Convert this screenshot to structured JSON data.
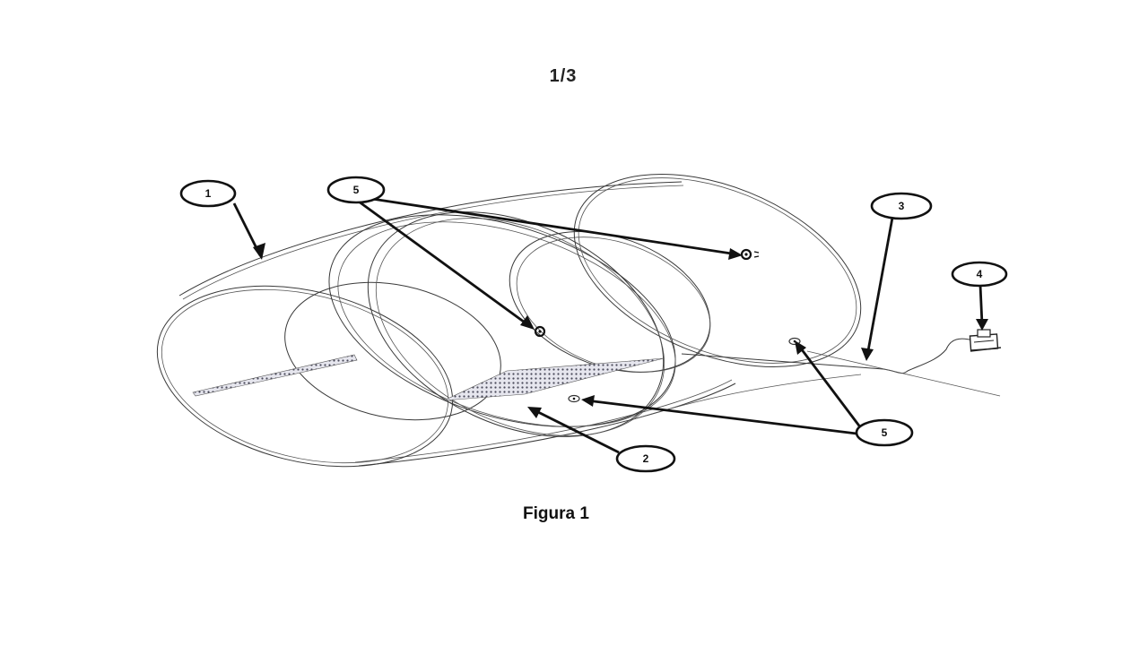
{
  "header": {
    "page_number": "1/3"
  },
  "figure": {
    "caption": "Figura 1",
    "callouts": [
      {
        "id": "1",
        "label": "1"
      },
      {
        "id": "5a",
        "label": "5"
      },
      {
        "id": "3",
        "label": "3"
      },
      {
        "id": "4",
        "label": "4"
      },
      {
        "id": "5b",
        "label": "5"
      },
      {
        "id": "2",
        "label": "2"
      }
    ]
  },
  "colors": {
    "line": "#3a3a3a",
    "ink": "#111111",
    "mesh": "#6a6a7a",
    "background": "#ffffff"
  }
}
